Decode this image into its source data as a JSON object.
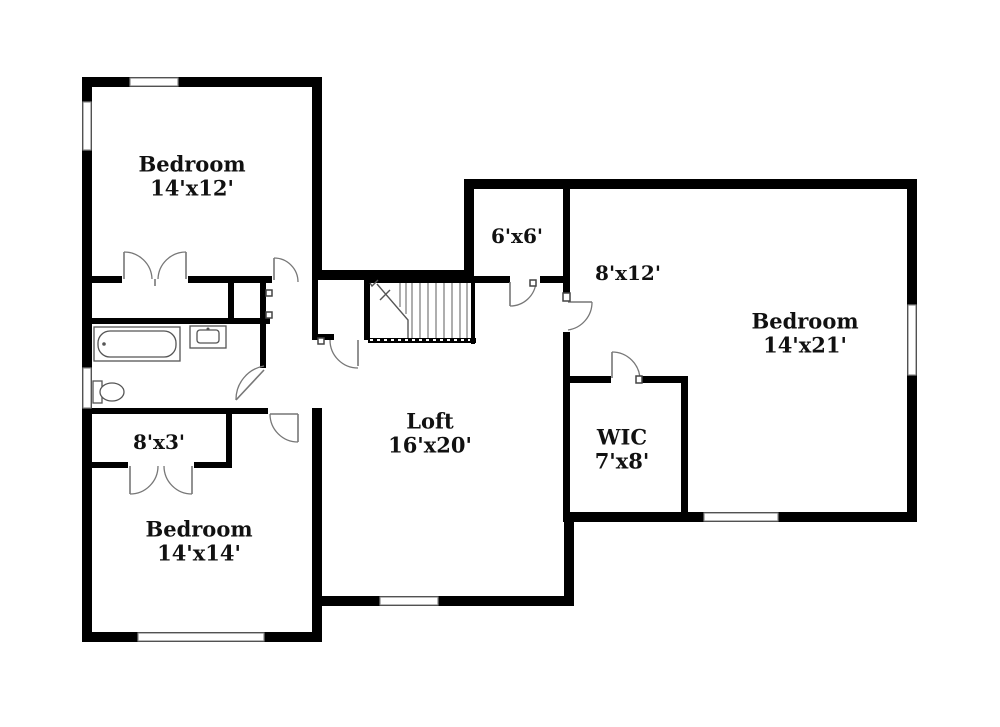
{
  "rooms": [
    {
      "id": "bedroom-top-left",
      "name": "Bedroom",
      "dims": "14'x12'"
    },
    {
      "id": "bedroom-right",
      "name": "Bedroom",
      "dims": "14'x21'"
    },
    {
      "id": "loft",
      "name": "Loft",
      "dims": "16'x20'"
    },
    {
      "id": "bedroom-bottom-left",
      "name": "Bedroom",
      "dims": "14'x14'"
    },
    {
      "id": "wic",
      "name": "WIC",
      "dims": "7'x8'"
    },
    {
      "id": "closet-6x6",
      "name": "",
      "dims": "6'x6'"
    },
    {
      "id": "bath-8x12",
      "name": "",
      "dims": "8'x12'"
    },
    {
      "id": "closet-8x3",
      "name": "",
      "dims": "8'x3'"
    }
  ],
  "colors": {
    "wall": "#000000",
    "background": "#ffffff",
    "fixture": "#555555"
  }
}
